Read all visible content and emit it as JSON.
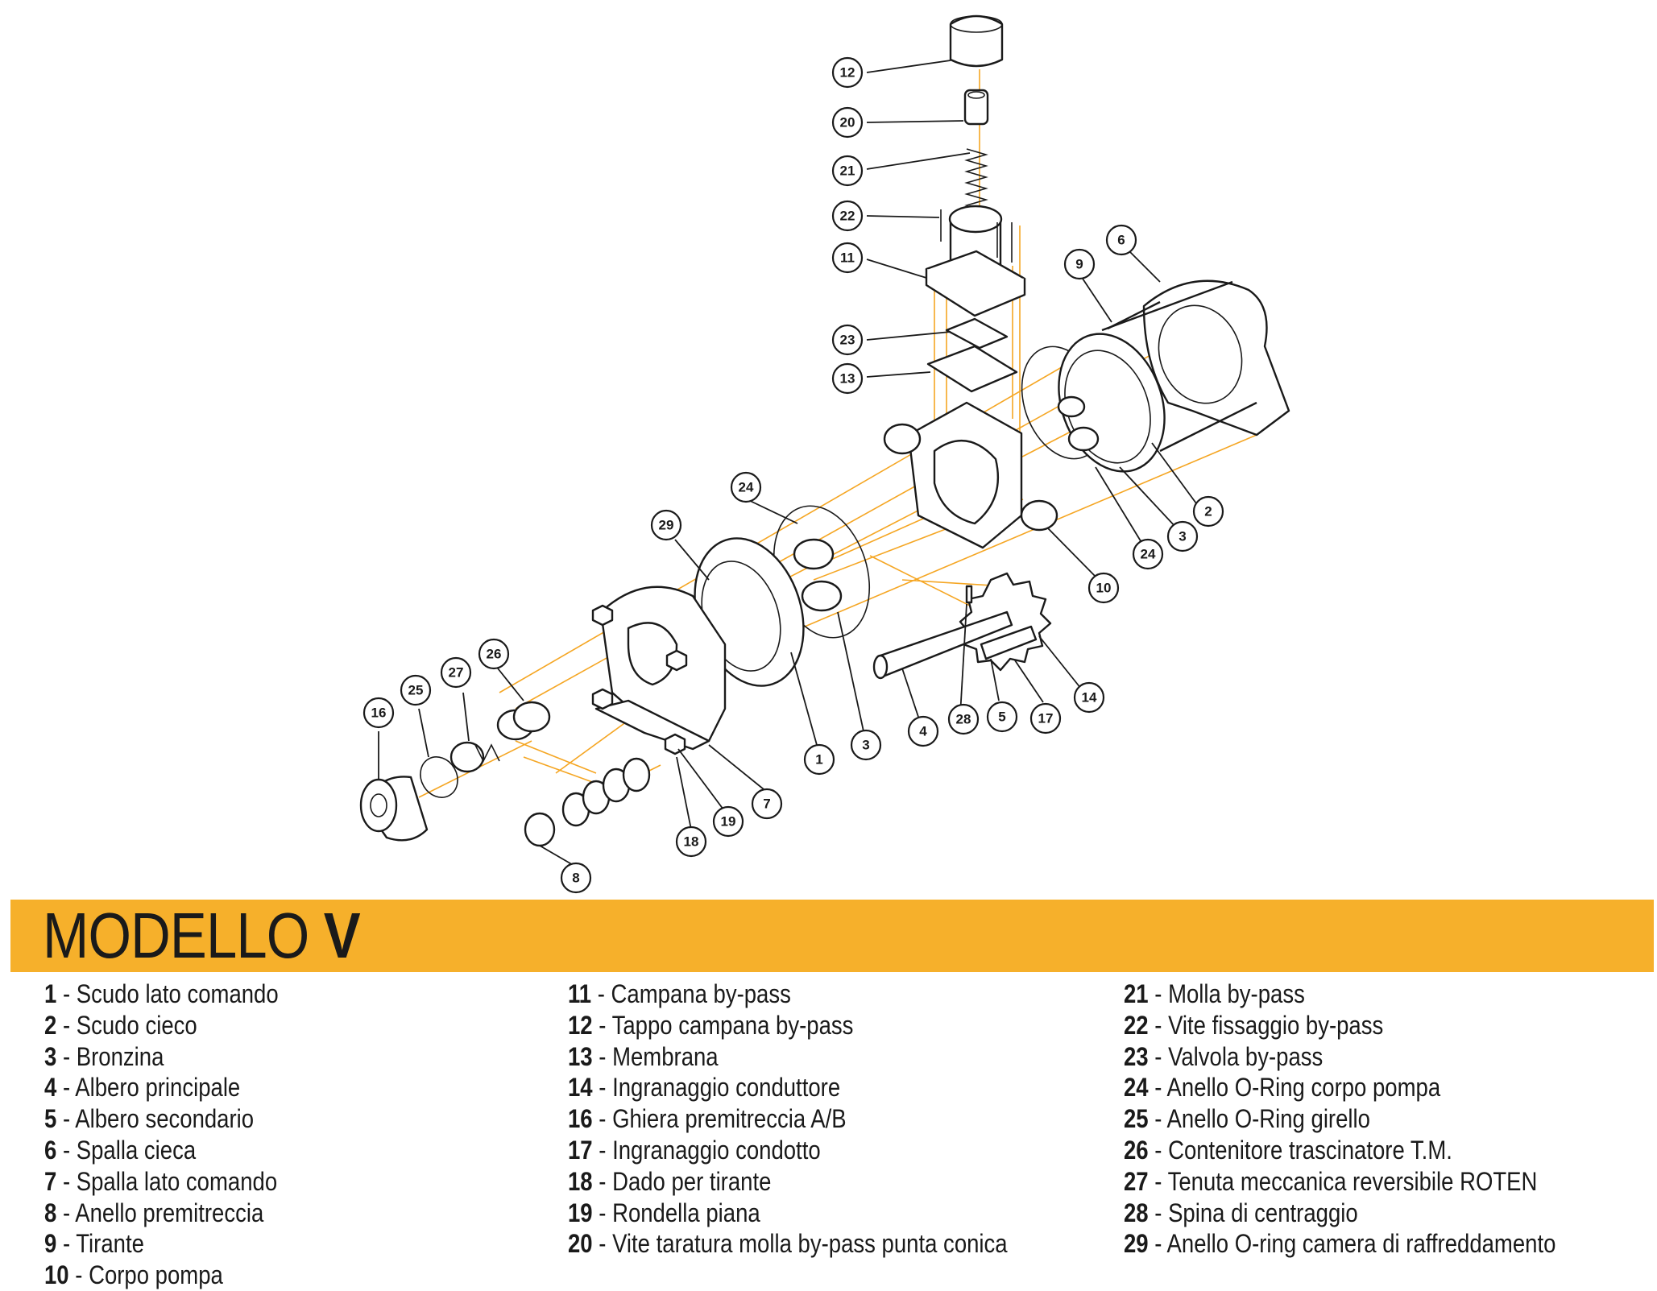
{
  "title": {
    "prefix": "MODELLO",
    "model": "V"
  },
  "colors": {
    "accent": "#f6b02b",
    "guide_lines": "#f5a623",
    "ink": "#1a1a1a"
  },
  "legend": [
    [
      {
        "num": "1",
        "label": "Scudo lato comando"
      },
      {
        "num": "2",
        "label": "Scudo cieco"
      },
      {
        "num": "3",
        "label": "Bronzina"
      },
      {
        "num": "4",
        "label": "Albero principale"
      },
      {
        "num": "5",
        "label": "Albero secondario"
      },
      {
        "num": "6",
        "label": "Spalla cieca"
      },
      {
        "num": "7",
        "label": "Spalla lato comando"
      },
      {
        "num": "8",
        "label": "Anello premitreccia"
      },
      {
        "num": "9",
        "label": "Tirante"
      },
      {
        "num": "10",
        "label": "Corpo pompa"
      }
    ],
    [
      {
        "num": "11",
        "label": "Campana by-pass"
      },
      {
        "num": "12",
        "label": "Tappo campana by-pass"
      },
      {
        "num": "13",
        "label": "Membrana"
      },
      {
        "num": "14",
        "label": "Ingranaggio conduttore"
      },
      {
        "num": "16",
        "label": "Ghiera premitreccia A/B"
      },
      {
        "num": "17",
        "label": "Ingranaggio condotto"
      },
      {
        "num": "18",
        "label": "Dado per tirante"
      },
      {
        "num": "19",
        "label": "Rondella piana"
      },
      {
        "num": "20",
        "label": "Vite taratura molla by-pass punta conica"
      }
    ],
    [
      {
        "num": "21",
        "label": "Molla by-pass"
      },
      {
        "num": "22",
        "label": "Vite fissaggio by-pass"
      },
      {
        "num": "23",
        "label": "Valvola by-pass"
      },
      {
        "num": "24",
        "label": "Anello O-Ring corpo pompa"
      },
      {
        "num": "25",
        "label": "Anello O-Ring girello"
      },
      {
        "num": "26",
        "label": "Contenitore trascinatore T.M."
      },
      {
        "num": "27",
        "label": "Tenuta meccanica reversibile ROTEN"
      },
      {
        "num": "28",
        "label": "Spina di centraggio"
      },
      {
        "num": "29",
        "label": "Anello O-ring camera di raffreddamento"
      }
    ]
  ],
  "callouts": [
    "12",
    "20",
    "21",
    "22",
    "11",
    "23",
    "13",
    "9",
    "6",
    "24",
    "2",
    "3",
    "24",
    "10",
    "29",
    "14",
    "4",
    "28",
    "5",
    "17",
    "26",
    "27",
    "25",
    "16",
    "1",
    "3",
    "7",
    "19",
    "18",
    "8"
  ]
}
